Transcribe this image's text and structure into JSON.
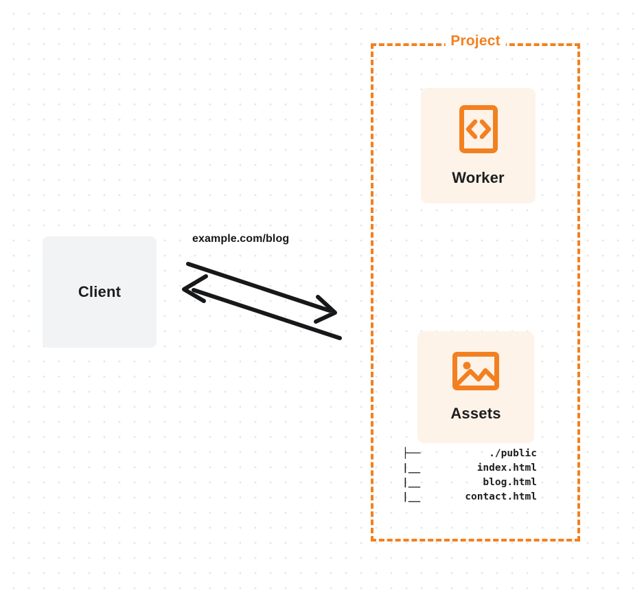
{
  "canvas": {
    "background": "#ffffff",
    "dot_color": "#e6e6e6"
  },
  "colors": {
    "brand_orange": "#f38020",
    "card_background": "#fdf3e9",
    "client_background": "#f2f3f4",
    "text_dark": "#1d1d1d"
  },
  "client": {
    "label": "Client"
  },
  "connection": {
    "label": "example.com/blog",
    "request_direction": "client-to-project",
    "response_direction": "project-to-client"
  },
  "project": {
    "title": "Project",
    "nodes": [
      {
        "id": "worker",
        "label": "Worker",
        "icon": "code-icon"
      },
      {
        "id": "assets",
        "label": "Assets",
        "icon": "image-icon"
      }
    ],
    "assets_tree": [
      {
        "branch": "├──",
        "name": "./public"
      },
      {
        "branch": "|__",
        "name": "index.html"
      },
      {
        "branch": "|__",
        "name": "blog.html"
      },
      {
        "branch": "|__",
        "name": "contact.html"
      }
    ]
  }
}
